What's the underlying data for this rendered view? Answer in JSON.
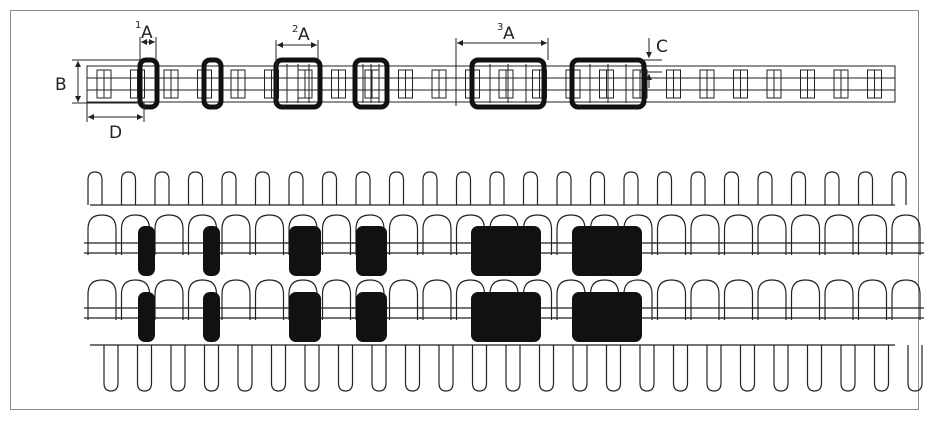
{
  "dimension_labels": {
    "a1": {
      "prefix": "1",
      "letter": "A"
    },
    "a2": {
      "prefix": "2",
      "letter": "A"
    },
    "a3": {
      "prefix": "3",
      "letter": "A"
    },
    "b": "B",
    "c": "C",
    "d": "D"
  },
  "colors": {
    "line": "#222222",
    "fill": "#111111",
    "frame": "#8c8c8c"
  }
}
